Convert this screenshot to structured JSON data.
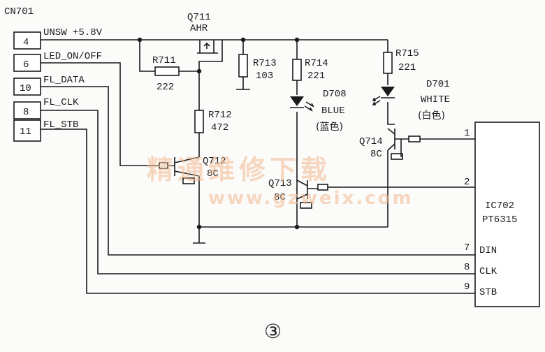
{
  "connector": {
    "label": "CN701",
    "pins": [
      {
        "num": "4",
        "signal": "UNSW +5.8V"
      },
      {
        "num": "6",
        "signal": "LED_ON/OFF"
      },
      {
        "num": "10",
        "signal": "FL_DATA"
      },
      {
        "num": "8",
        "signal": "FL_CLK"
      },
      {
        "num": "11",
        "signal": "FL_STB"
      }
    ]
  },
  "components": {
    "q711": {
      "ref": "Q711",
      "value": "AHR"
    },
    "r711": {
      "ref": "R711",
      "value": "222"
    },
    "r712": {
      "ref": "R712",
      "value": "472"
    },
    "r713": {
      "ref": "R713",
      "value": "103"
    },
    "r714": {
      "ref": "R714",
      "value": "221"
    },
    "r715": {
      "ref": "R715",
      "value": "221"
    },
    "d708": {
      "ref": "D708",
      "color": "BLUE",
      "color_cn": "(蓝色)"
    },
    "d701": {
      "ref": "D701",
      "color": "WHITE",
      "color_cn": "(白色)"
    },
    "q712": {
      "ref": "Q712",
      "value": "8C"
    },
    "q713": {
      "ref": "Q713",
      "value": "8C"
    },
    "q714": {
      "ref": "Q714",
      "value": "8C"
    }
  },
  "ic": {
    "ref": "IC702",
    "part": "PT6315",
    "pins": [
      {
        "num": "1",
        "name": ""
      },
      {
        "num": "2",
        "name": ""
      },
      {
        "num": "7",
        "name": "DIN"
      },
      {
        "num": "8",
        "name": "CLK"
      },
      {
        "num": "9",
        "name": "STB"
      }
    ]
  },
  "watermark": {
    "cn": "精通维修下载",
    "url": "www.gzweix.com"
  },
  "figure_number": "③"
}
